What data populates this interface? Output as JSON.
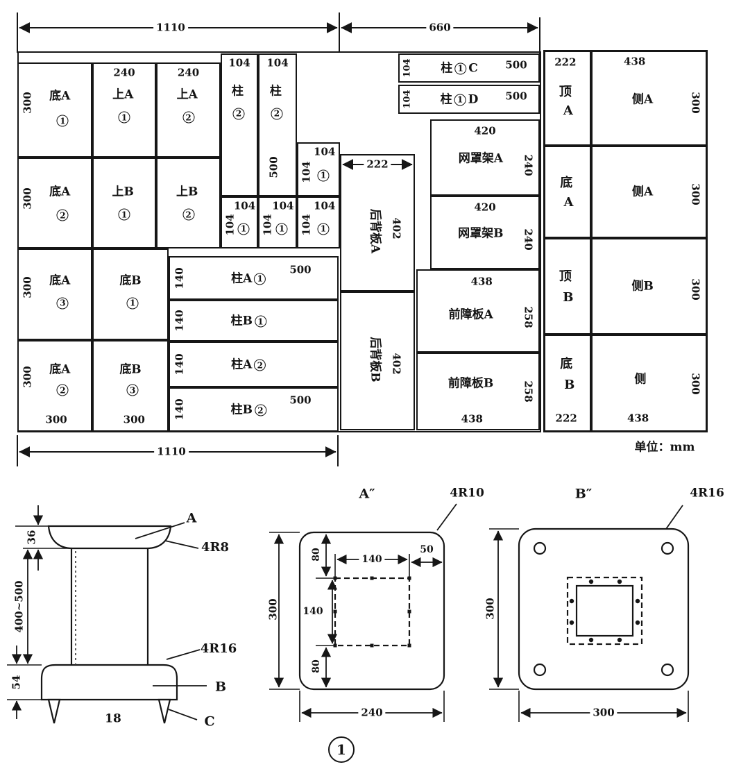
{
  "dims": {
    "sheet_top_left": "1110",
    "sheet_top_right": "660",
    "sheet_bottom": "1110",
    "unit_note": "单位：mm"
  },
  "pieces": {
    "diA1": {
      "dim_left": "300",
      "name": "底A",
      "num": "1"
    },
    "shangA1": {
      "dim_top": "240",
      "name": "上A",
      "num": "1"
    },
    "shangA2": {
      "dim_top": "240",
      "name": "上A",
      "num": "2"
    },
    "zhu2a": {
      "dim_top": "104",
      "name": "柱",
      "num": "2"
    },
    "zhu2b": {
      "dim_top": "104",
      "name": "柱",
      "num": "2",
      "dim_length": "500"
    },
    "s104r1": {
      "dim_left": "104",
      "dim_top": "104",
      "num": "1"
    },
    "diA2": {
      "dim_left": "300",
      "name": "底A",
      "num": "2"
    },
    "shangB1": {
      "name": "上B",
      "num": "1"
    },
    "shangB2": {
      "name": "上B",
      "num": "2"
    },
    "s104a": {
      "dim_left": "104",
      "dim_top": "104",
      "num": "1"
    },
    "s104b": {
      "dim_left": "104",
      "dim_top": "104",
      "num": "1"
    },
    "s104c": {
      "dim_left": "104",
      "dim_top": "104",
      "num": "1"
    },
    "diA3": {
      "dim_left": "300",
      "name": "底A",
      "num": "3"
    },
    "diB1": {
      "name": "底B",
      "num": "1"
    },
    "zhuA1": {
      "dim_left": "140",
      "name": "柱A",
      "num": "1",
      "dim_length": "500"
    },
    "zhuB1": {
      "dim_left": "140",
      "name": "柱B",
      "num": "1"
    },
    "diA2b": {
      "dim_left": "300",
      "name": "底A",
      "num": "2",
      "dim_bottom": "300"
    },
    "diB3": {
      "name": "底B",
      "num": "3",
      "dim_bottom": "300"
    },
    "zhuA2": {
      "dim_left": "140",
      "name": "柱A",
      "num": "2"
    },
    "zhuB2": {
      "dim_left": "140",
      "name": "柱B",
      "num": "2",
      "dim_length": "500"
    },
    "zhu1C": {
      "dim_left": "104",
      "name": "柱",
      "num": "1",
      "suffix": "C",
      "dim_length": "500"
    },
    "zhu1D": {
      "dim_left": "104",
      "name": "柱",
      "num": "1",
      "suffix": "D",
      "dim_length": "500"
    },
    "houA": {
      "name": "后背板A",
      "dim_length": "402",
      "dim_width": "222"
    },
    "houB": {
      "name": "后背板B",
      "dim_length": "402"
    },
    "wangA": {
      "dim_top": "420",
      "name": "网罩架A",
      "dim_right": "240"
    },
    "wangB": {
      "dim_top": "420",
      "name": "网罩架B",
      "dim_right": "240"
    },
    "qianA": {
      "dim_top": "438",
      "name": "前障板A",
      "dim_right": "258"
    },
    "qianB": {
      "name": "前障板B",
      "dim_right": "258",
      "dim_bottom": "438"
    },
    "dingA": {
      "dim_top": "222",
      "line1": "顶",
      "line2": "A"
    },
    "ceA1": {
      "dim_top": "438",
      "name": "侧A",
      "dim_right": "300"
    },
    "diAr": {
      "line1": "底",
      "line2": "A"
    },
    "ceA2": {
      "name": "侧A",
      "dim_right": "300"
    },
    "dingB": {
      "line1": "顶",
      "line2": "B"
    },
    "ceB": {
      "name": "侧B",
      "dim_right": "300"
    },
    "diBr": {
      "line1": "底",
      "line2": "B",
      "dim_bottom": "222"
    },
    "ce4": {
      "name": "侧",
      "dim_right": "300",
      "dim_bottom": "438"
    }
  },
  "pedestal": {
    "cap_height": "36",
    "column_height": "400~500",
    "base_height": "54",
    "spike_length": "18",
    "label_cap": "A",
    "radius_cap": "4R8",
    "radius_base": "4R16",
    "label_base": "B",
    "label_spike": "C"
  },
  "view_a": {
    "title": "A″",
    "corner_radius": "4R10",
    "dim_height": "300",
    "dim_width": "240",
    "dim_top_offset": "80",
    "dim_core_width": "140",
    "dim_side_offset": "50",
    "dim_core_height": "140",
    "dim_bottom_offset": "80"
  },
  "view_b": {
    "title": "B″",
    "corner_radius": "4R16",
    "dim_height": "300",
    "dim_width": "300"
  },
  "caption": {
    "num": "1"
  }
}
